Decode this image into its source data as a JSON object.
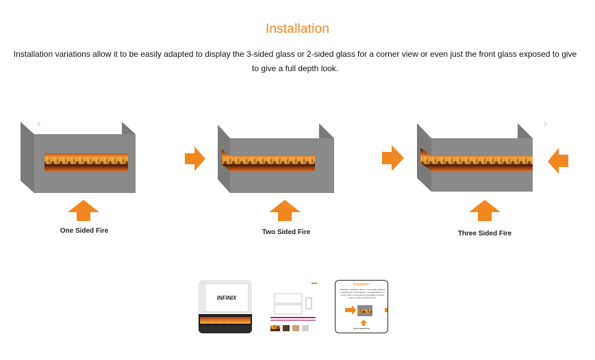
{
  "section": {
    "title": "Installation",
    "description": "Installation variations allow it to be easily adapted to display  the 3-sided glass or 2-sided glass for a corner view or even just the front glass exposed to give to give a full depth look."
  },
  "carousel": {
    "prev_icon": "chevron-left-icon",
    "next_icon": "chevron-right-icon",
    "prev_glyph": "‹",
    "next_glyph": "›",
    "slides": [
      {
        "caption": "One Sided Fire"
      },
      {
        "caption": "Two Sided Fire"
      },
      {
        "caption": "Three Sided Fire"
      }
    ]
  },
  "thumbnails": [
    {
      "name": "product-photo",
      "brand": "INFINIX"
    },
    {
      "name": "spec-sheet",
      "brand": ""
    },
    {
      "name": "installation-diagram",
      "title": "Installation",
      "text": "Installation variations allow it to be easily adapted to display the 3-sided glass or 2-sided glass for a corner view or even just the front glass exposed to give to give a full depth look.",
      "caption": "Three Sided Fire"
    }
  ],
  "colors": {
    "accent": "#f0871f",
    "frame": "#8a8a8a",
    "frame_dark": "#6e6e6e",
    "flame": "#d9731e"
  }
}
